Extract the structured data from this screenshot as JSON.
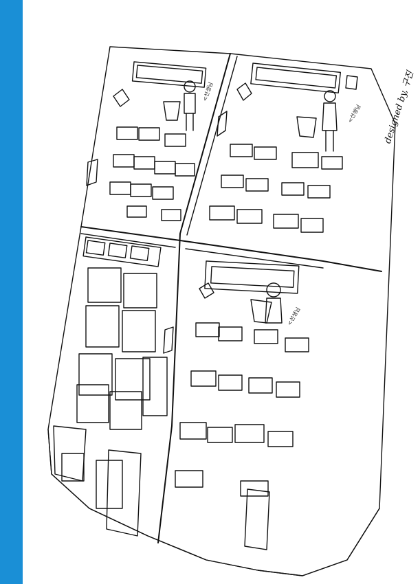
{
  "colors": {
    "sidebar_strip": "#1a8fd6",
    "ink": "#111111",
    "paper": "#ffffff"
  },
  "illustration": {
    "signature": "designed by, 구진",
    "teacher_labels": [
      "<선생님",
      "<선생님",
      "<선생님"
    ]
  }
}
